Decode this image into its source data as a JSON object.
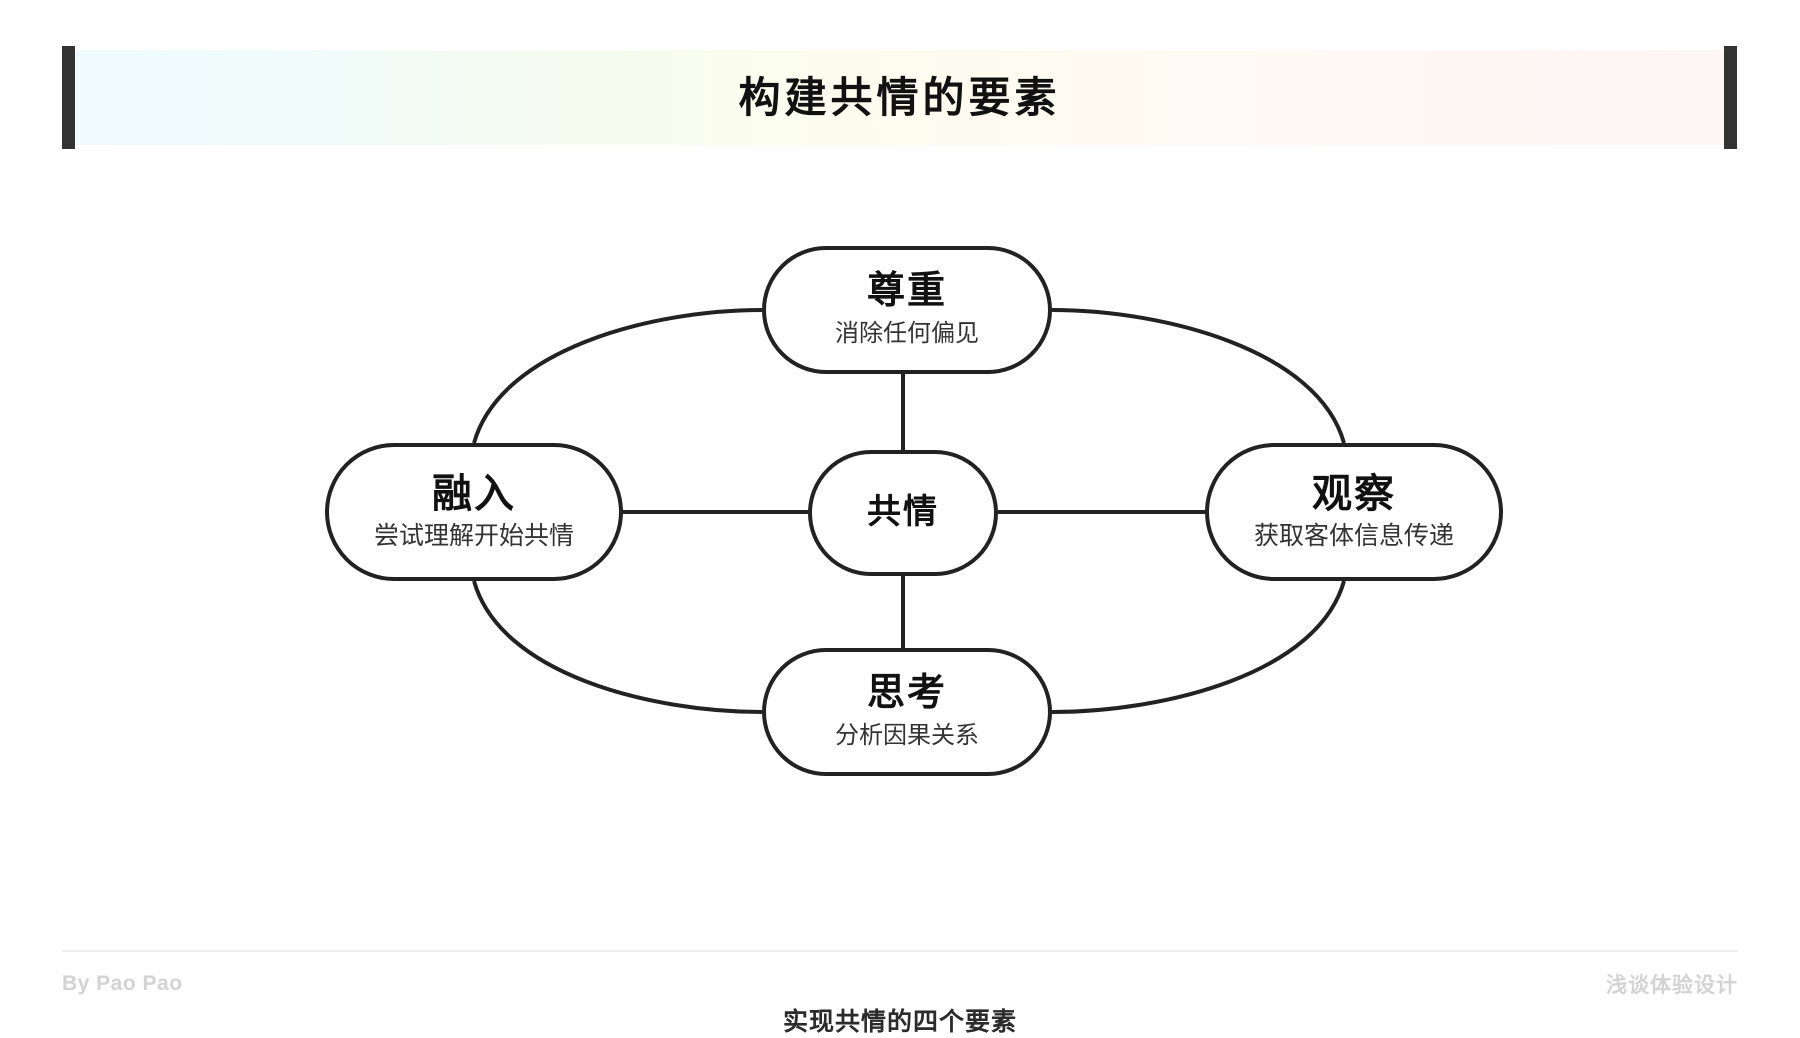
{
  "header": {
    "title": "构建共情的要素",
    "gradient_from": "#f0fbff",
    "gradient_mid": "#fbfdee",
    "gradient_to": "#fdf6f6",
    "bar_color": "#333333"
  },
  "diagram": {
    "caption": "实现共情的四个要素",
    "line_color": "#222222",
    "center": {
      "title": "共情",
      "subtitle": ""
    },
    "nodes": [
      {
        "id": "top",
        "title": "尊重",
        "subtitle": "消除任何偏见"
      },
      {
        "id": "left",
        "title": "融入",
        "subtitle": "尝试理解开始共情"
      },
      {
        "id": "right",
        "title": "观察",
        "subtitle": "获取客体信息传递"
      },
      {
        "id": "bottom",
        "title": "思考",
        "subtitle": "分析因果关系"
      }
    ]
  },
  "footer": {
    "left": "By Pao Pao",
    "right": "浅谈体验设计",
    "text_color": "#d3d3d3"
  },
  "chart_data": {
    "type": "diagram",
    "title": "构建共情的要素",
    "subtitle": "实现共情的四个要素",
    "layout": "radial-hub-and-spoke",
    "hub": "共情",
    "spokes": [
      {
        "label": "尊重",
        "description": "消除任何偏见",
        "position": "top"
      },
      {
        "label": "融入",
        "description": "尝试理解开始共情",
        "position": "left"
      },
      {
        "label": "观察",
        "description": "获取客体信息传递",
        "position": "right"
      },
      {
        "label": "思考",
        "description": "分析因果关系",
        "position": "bottom"
      }
    ],
    "edges": [
      {
        "from": "共情",
        "to": "尊重",
        "style": "straight"
      },
      {
        "from": "共情",
        "to": "融入",
        "style": "straight"
      },
      {
        "from": "共情",
        "to": "观察",
        "style": "straight"
      },
      {
        "from": "共情",
        "to": "思考",
        "style": "straight"
      },
      {
        "from": "尊重",
        "to": "融入",
        "style": "curved"
      },
      {
        "from": "尊重",
        "to": "观察",
        "style": "curved"
      },
      {
        "from": "思考",
        "to": "融入",
        "style": "curved"
      },
      {
        "from": "思考",
        "to": "观察",
        "style": "curved"
      }
    ]
  }
}
